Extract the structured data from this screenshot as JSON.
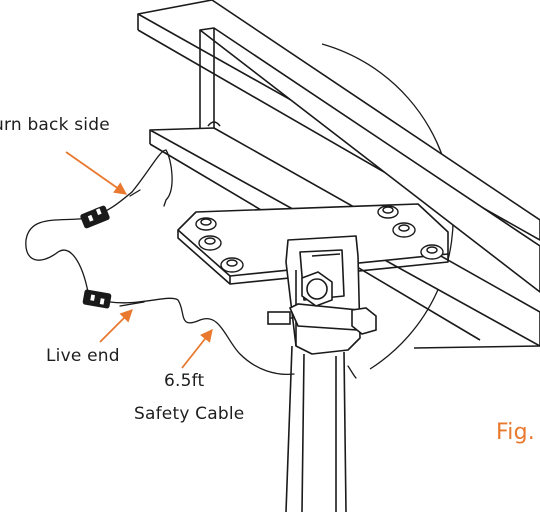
{
  "labels": {
    "turn_back": "urn back side",
    "live_end": "Live end",
    "length": "6.5ft",
    "cable": "Safety Cable",
    "figure": "Fig."
  },
  "colors": {
    "line": "#1a1a1a",
    "arrow": "#e8792e",
    "figure_text": "#e8792e",
    "text": "#1e1e1e"
  }
}
